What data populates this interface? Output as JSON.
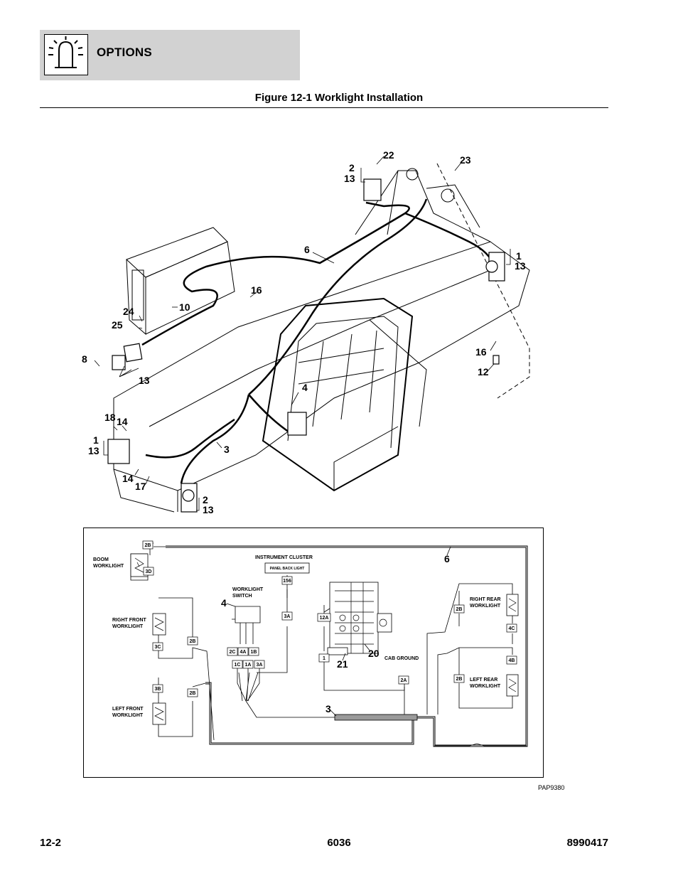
{
  "header": {
    "section_title": "OPTIONS",
    "icon": "worklight-icon"
  },
  "figure": {
    "title": "Figure 12-1 Worklight Installation",
    "id": "PAP9380"
  },
  "callouts": {
    "c22": "22",
    "c2a": "2",
    "c13a": "13",
    "c23": "23",
    "c1a": "1",
    "c13b": "13",
    "c6": "6",
    "c16a": "16",
    "c24": "24",
    "c10": "10",
    "c25": "25",
    "c8": "8",
    "c13c": "13",
    "c16b": "16",
    "c12": "12",
    "c4": "4",
    "c18": "18",
    "c14a": "14",
    "c1b": "1",
    "c13d": "13",
    "c3": "3",
    "c14b": "14",
    "c17": "17",
    "c2b": "2",
    "c13e": "13"
  },
  "schematic": {
    "boom_worklight": [
      "BOOM",
      "WORKLIGHT"
    ],
    "right_front_worklight": [
      "RIGHT FRONT",
      "WORKLIGHT"
    ],
    "left_front_worklight": [
      "LEFT FRONT",
      "WORKLIGHT"
    ],
    "right_rear_worklight": [
      "RIGHT REAR",
      "WORKLIGHT"
    ],
    "left_rear_worklight": [
      "LEFT REAR",
      "WORKLIGHT"
    ],
    "instrument_cluster": "INSTRUMENT CLUSTER",
    "panel_back_light": "PANEL BACK LIGHT",
    "worklight_switch": [
      "WORKLIGHT",
      "SWITCH"
    ],
    "cab_ground": "CAB GROUND",
    "callout_6": "6",
    "callout_4": "4",
    "callout_20": "20",
    "callout_21": "21",
    "callout_3": "3",
    "wires": {
      "w2b_boom": "2B",
      "w3d": "3D",
      "w3c": "3C",
      "w2b_rf": "2B",
      "w3b": "3B",
      "w2b_lf": "2B",
      "w156": "156",
      "w3a_ic": "3A",
      "w2c": "2C",
      "w4a": "4A",
      "w1b": "1B",
      "w1c": "1C",
      "w1a": "1A",
      "w3a_sw": "3A",
      "w12a": "12A",
      "w1": "1",
      "w2a": "2A",
      "w2b_rr": "2B",
      "w4c": "4C",
      "w4b": "4B",
      "w2b_lr": "2B"
    }
  },
  "footer": {
    "page": "12-2",
    "model": "6036",
    "part_number": "8990417"
  }
}
